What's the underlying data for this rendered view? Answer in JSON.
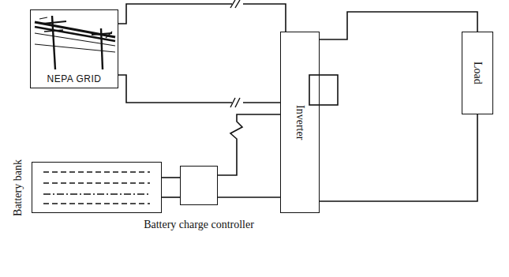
{
  "diagram": {
    "nodes": [
      {
        "text": [
          "NEPA GRID"
        ]
      },
      {
        "text": [
          "Inverter"
        ]
      },
      {
        "text": [
          "Load"
        ]
      },
      {
        "text": [
          "Battery bank"
        ]
      },
      {
        "text": [
          "Battery charge controller"
        ]
      }
    ],
    "edges": [
      {
        "from": 0,
        "to": 1,
        "arrow": "none"
      },
      {
        "from": 0,
        "to": 1,
        "arrow": "none"
      },
      {
        "from": 1,
        "to": 2,
        "arrow": "none"
      },
      {
        "from": 1,
        "to": 2,
        "arrow": "none"
      },
      {
        "from": 3,
        "to": 4,
        "arrow": "none"
      },
      {
        "from": 3,
        "to": 4,
        "arrow": "none"
      },
      {
        "from": 4,
        "to": 1,
        "arrow": "none"
      },
      {
        "from": 4,
        "to": 1,
        "arrow": "none"
      }
    ]
  }
}
